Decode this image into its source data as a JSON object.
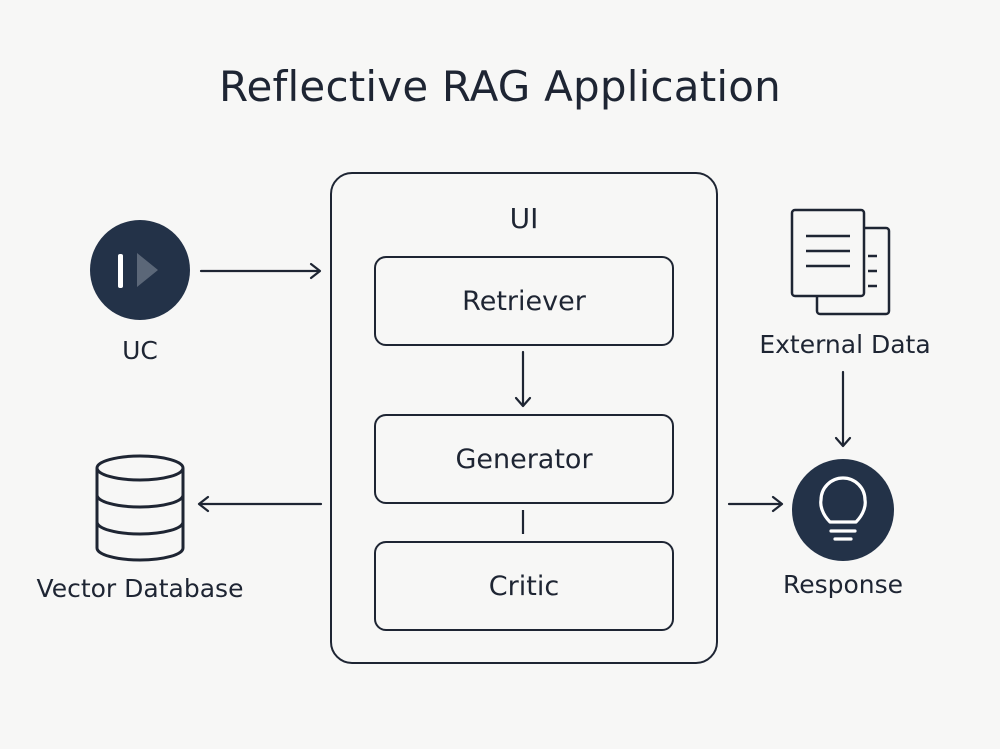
{
  "title": "Reflective RAG Application",
  "container": {
    "label": "UI"
  },
  "components": {
    "retriever": "Retriever",
    "generator": "Generator",
    "critic": "Critic"
  },
  "nodes": {
    "uc": "UC",
    "vector_db": "Vector Database",
    "external_data": "External Data",
    "response": "Response"
  },
  "colors": {
    "ink": "#1e2533",
    "node_fill": "#233248",
    "background": "#f7f7f6"
  }
}
